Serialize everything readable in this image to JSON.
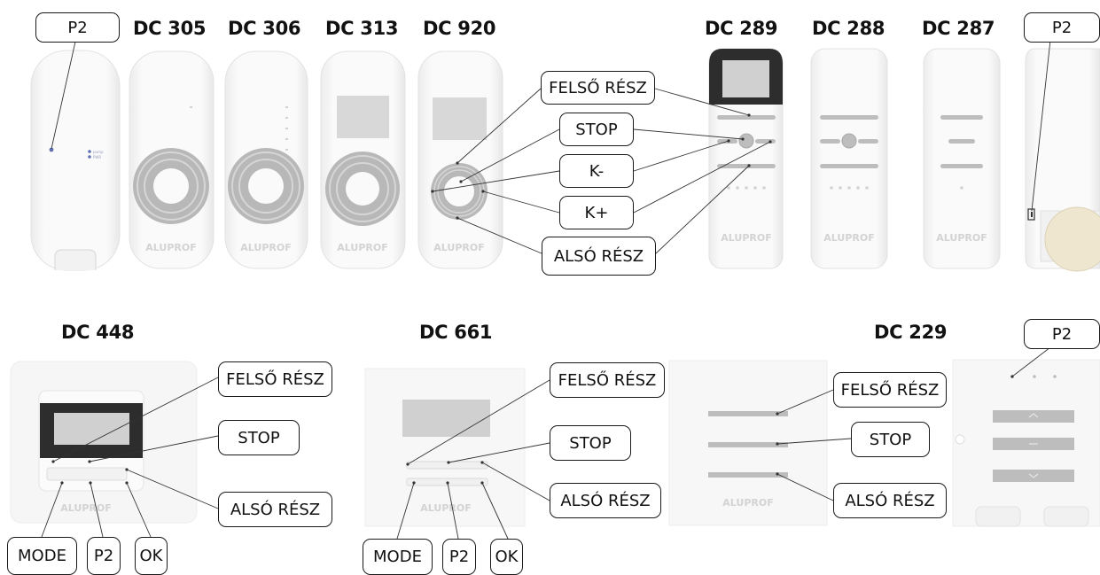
{
  "top_titles": {
    "dc305": "DC 305",
    "dc306": "DC 306",
    "dc313": "DC 313",
    "dc920": "DC 920",
    "dc289": "DC 289",
    "dc288": "DC 288",
    "dc287": "DC 287"
  },
  "bottom_titles": {
    "dc448": "DC 448",
    "dc661": "DC 661",
    "dc229": "DC 229"
  },
  "labels": {
    "p2": "P2",
    "felso": "FELSŐ RÉSZ",
    "stop": "STOP",
    "k_minus": "K-",
    "k_plus": "K+",
    "also": "ALSÓ RÉSZ",
    "mode": "MODE",
    "ok": "OK"
  },
  "brand": "ALUPROF",
  "small_device_text": [
    "pump",
    "PWR"
  ],
  "colors": {
    "device_body": "#f7f7f7",
    "device_edge": "#e6e6e6",
    "wheel": "#b8b8b8",
    "button": "#bdbdbd",
    "display_dark": "#2d2d2d",
    "display_light": "#d8d8d8",
    "leader": "#333333",
    "led": "#6070b0"
  }
}
